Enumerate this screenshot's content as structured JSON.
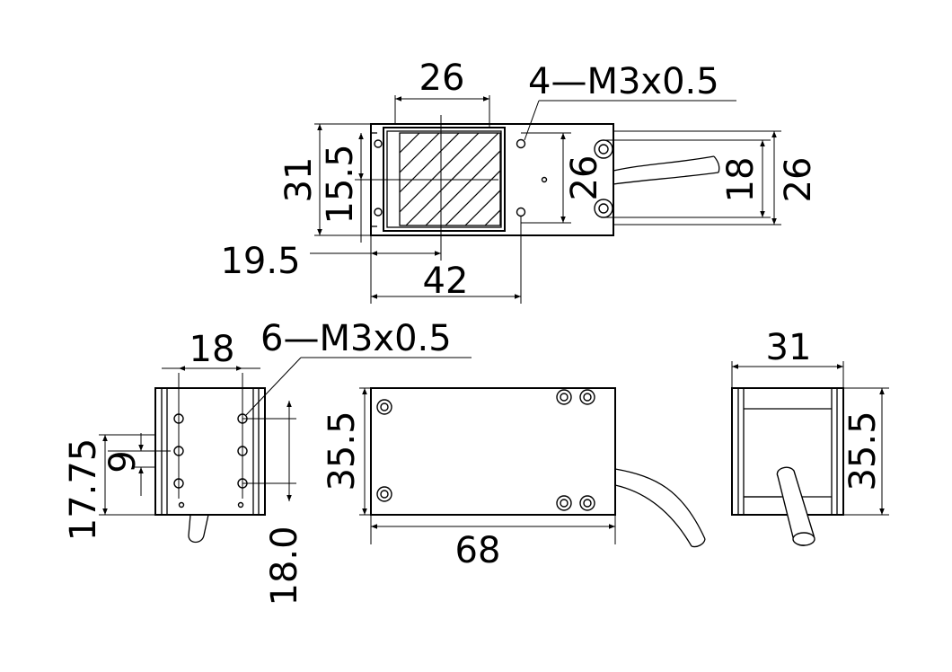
{
  "top_view": {
    "dim_width_26": "26",
    "callout_thread": "4—M3x0.5",
    "dim_height_31": "31",
    "dim_15_5": "15.5",
    "dim_19_5": "19.5",
    "dim_42": "42",
    "dim_inner_26": "26",
    "dim_18": "18",
    "dim_outer_26": "26"
  },
  "side_left_view": {
    "dim_18": "18",
    "callout_thread": "6—M3x0.5",
    "dim_17_75": "17.75",
    "dim_9": "9",
    "dim_18_0": "18.0"
  },
  "front_view": {
    "dim_35_5": "35.5",
    "dim_68": "68"
  },
  "end_view": {
    "dim_31": "31",
    "dim_35_5": "35.5"
  }
}
